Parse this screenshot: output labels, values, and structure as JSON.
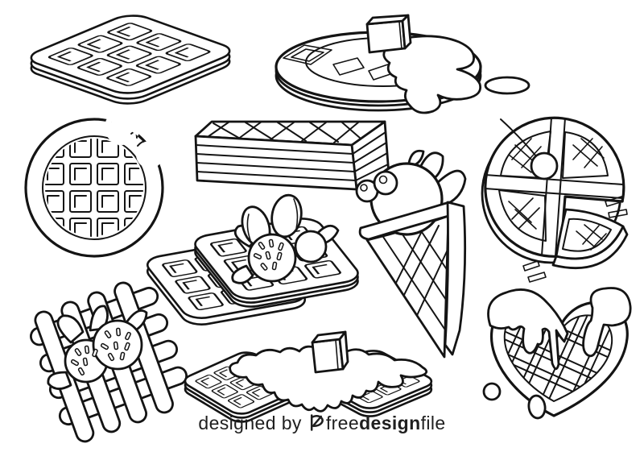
{
  "page": {
    "background": "#ffffff",
    "line_color": "#141414",
    "description": "Black and white line-art set of waffle illustrations, coloring page style"
  },
  "credit": {
    "prefix": "designed by",
    "brand": {
      "part1": "free",
      "part2": "design",
      "part3": "file"
    },
    "logo_icon": "freedesignfile-flag-logo",
    "text_color": "#1f1f1f"
  },
  "illustrations": [
    {
      "id": "waffle-square-perspective",
      "label": "Square waffle with 3x3 grid, angled view",
      "position": "top-left"
    },
    {
      "id": "waffle-round-syrup-butter",
      "label": "Round waffle with butter cube and syrup pouring off",
      "position": "top-right"
    },
    {
      "id": "waffle-stick-layered",
      "label": "Rectangular layered waffle stick",
      "position": "upper-middle"
    },
    {
      "id": "waffle-round-bitten",
      "label": "Round waffle with a bite taken out",
      "position": "middle-left"
    },
    {
      "id": "waffle-pie-cherry",
      "label": "Round waffle cut in quarters with cherry, slice removed",
      "position": "middle-right"
    },
    {
      "id": "waffle-stack-strawberries",
      "label": "Two stacked square waffles topped with strawberries",
      "position": "center"
    },
    {
      "id": "waffle-cone-ice-cream",
      "label": "Waffle cone with ice cream scoop, berries and leaves",
      "position": "center-right"
    },
    {
      "id": "waffle-lattice-strawberries",
      "label": "Woven lattice waffle with two strawberries",
      "position": "bottom-left"
    },
    {
      "id": "waffle-pair-butter-syrup",
      "label": "Two square waffles with butter cube and melted syrup",
      "position": "bottom-center"
    },
    {
      "id": "waffle-heart-syrup",
      "label": "Heart-shaped waffle with dripping syrup",
      "position": "bottom-right"
    }
  ]
}
